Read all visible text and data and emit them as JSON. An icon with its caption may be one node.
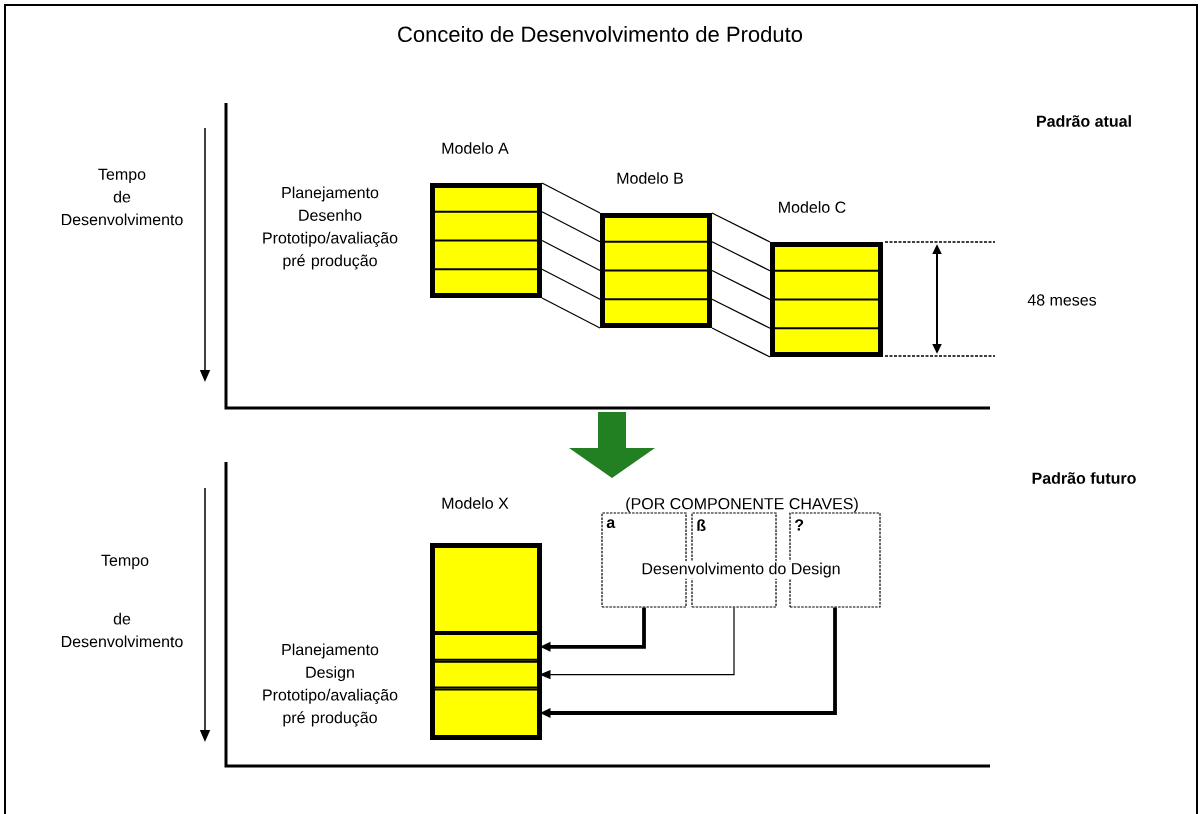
{
  "diagram": {
    "title": "Conceito de Desenvolvimento de Produto",
    "nodes": [
      {
        "text": [
          "Modelo A"
        ]
      },
      {
        "text": [
          "Modelo B"
        ]
      },
      {
        "text": [
          "Modelo C"
        ]
      },
      {
        "text": [
          "Modelo X"
        ]
      },
      {
        "text": [],
        "shape": "box",
        "in": 3
      },
      {
        "text": [],
        "shape": "box",
        "in": 3
      },
      {
        "text": [],
        "shape": "box",
        "in": 3
      },
      {
        "text": [],
        "shape": "box",
        "in": 3
      },
      {
        "text": [
          "a"
        ]
      },
      {
        "text": [
          "ß"
        ]
      },
      {
        "text": [
          "?"
        ]
      }
    ],
    "edges": [
      {
        "from": 0,
        "to": 1,
        "arrow": "none"
      },
      {
        "from": 0,
        "to": 1,
        "arrow": "none"
      },
      {
        "from": 0,
        "to": 1,
        "arrow": "none"
      },
      {
        "from": 0,
        "to": 1,
        "arrow": "none"
      },
      {
        "from": 0,
        "to": 1,
        "arrow": "none"
      },
      {
        "from": 1,
        "to": 2,
        "arrow": "none"
      },
      {
        "from": 1,
        "to": 2,
        "arrow": "none"
      },
      {
        "from": 1,
        "to": 2,
        "arrow": "none"
      },
      {
        "from": 1,
        "to": 2,
        "arrow": "none"
      },
      {
        "from": 1,
        "to": 2,
        "arrow": "none"
      },
      {
        "from": 8,
        "to": 5,
        "arrow": "to",
        "style": "thick"
      },
      {
        "from": 9,
        "to": 6,
        "arrow": "to"
      },
      {
        "from": 10,
        "to": 7,
        "arrow": "to",
        "style": "thick"
      }
    ],
    "labels": [
      "Padrão atual",
      "Tempo de Desenvolvimento",
      "Planejamento Desenho Prototipo/avaliação pré produção",
      "48 meses",
      "Padrão futuro",
      "(POR COMPONENTE CHAVES)",
      "Tempo",
      "de Desenvolvimento",
      "Planejamento Design Prototipo/avaliação pré produção",
      "Desenvolvimento do Design"
    ]
  }
}
